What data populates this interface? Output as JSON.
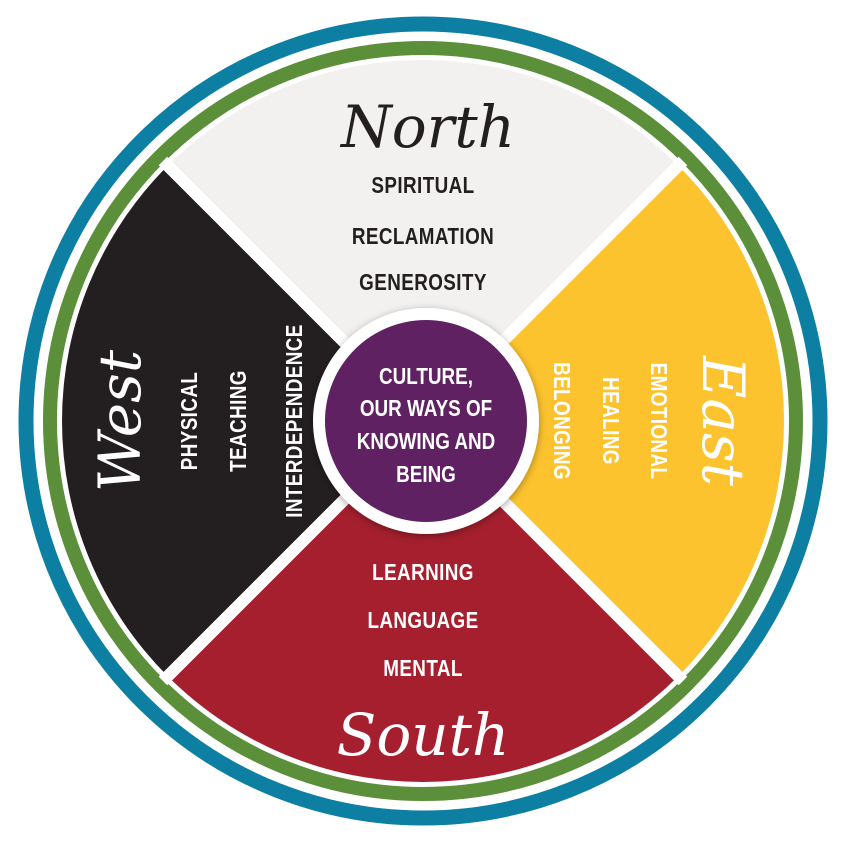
{
  "colors": {
    "outer_ring": "#0d7fa3",
    "inner_ring": "#5c8f3a",
    "north": "#f2f1ef",
    "east": "#fcc32e",
    "south": "#a51f2e",
    "west": "#231f20",
    "center": "#5f2162"
  },
  "north": {
    "title": "North",
    "words": [
      "SPIRITUAL",
      "RECLAMATION",
      "GENEROSITY"
    ]
  },
  "east": {
    "title": "East",
    "words": [
      "EMOTIONAL",
      "HEALING",
      "BELONGING"
    ]
  },
  "south": {
    "title": "South",
    "words": [
      "LEARNING",
      "LANGUAGE",
      "MENTAL"
    ]
  },
  "west": {
    "title": "West",
    "words": [
      "PHYSICAL",
      "TEACHING",
      "INTERDEPENDENCE"
    ]
  },
  "center": {
    "lines": [
      "CULTURE,",
      "OUR WAYS OF",
      "KNOWING AND",
      "BEING"
    ]
  }
}
